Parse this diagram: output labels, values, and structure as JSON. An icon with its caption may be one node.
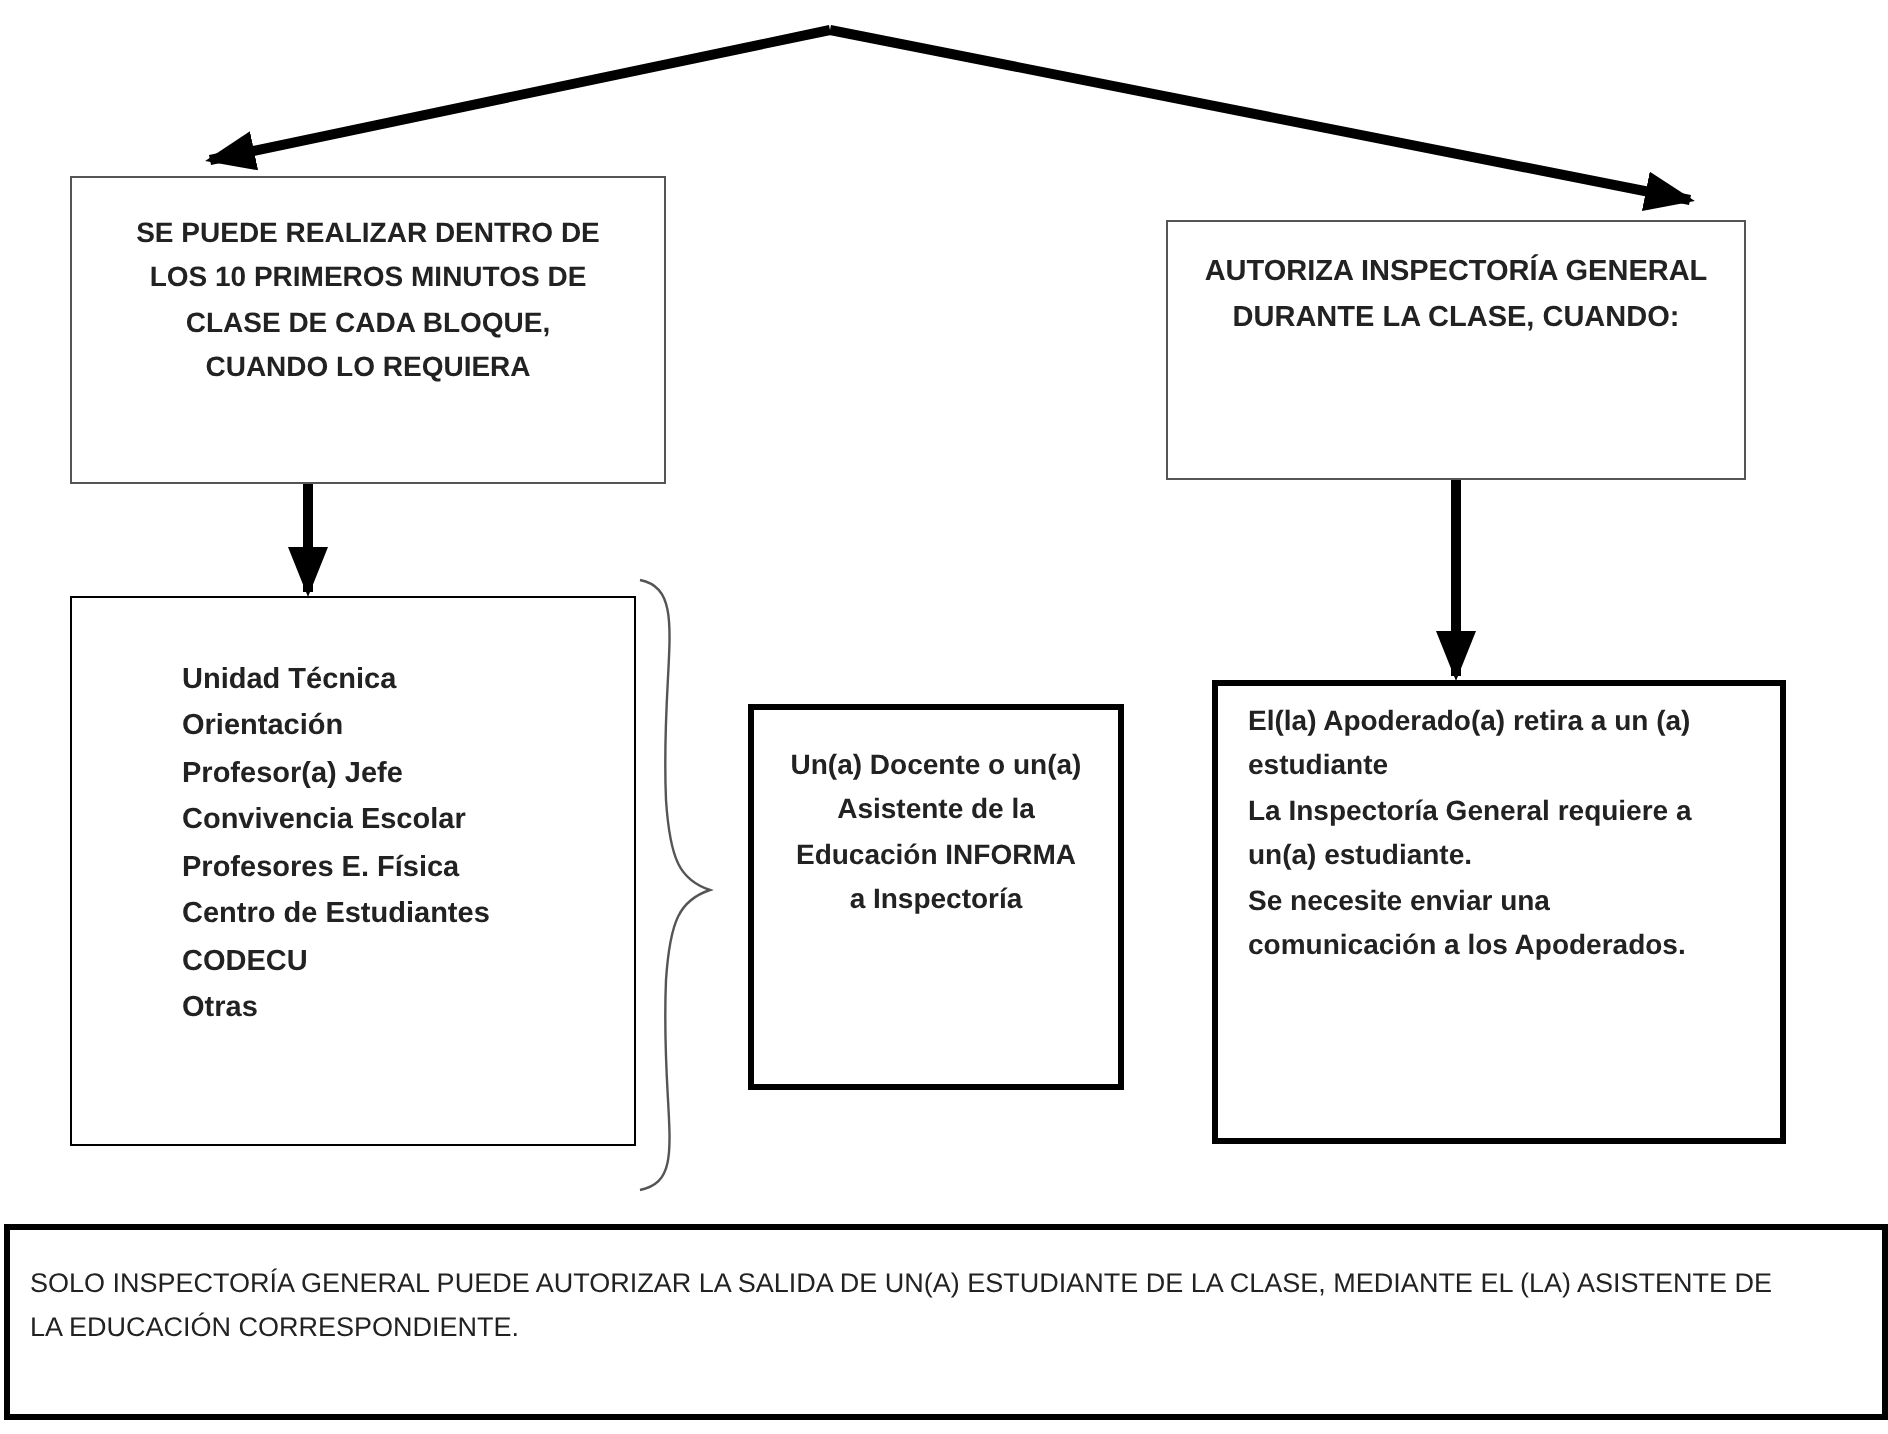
{
  "diagram": {
    "nodes": [
      {
        "text": [
          "SE PUEDE REALIZAR DENTRO DE LOS 10 PRIMEROS MINUTOS DE CLASE DE CADA BLOQUE, CUANDO LO REQUIERA"
        ]
      },
      {
        "text": [
          "AUTORIZA INSPECTORÍA GENERAL DURANTE LA CLASE, CUANDO:"
        ]
      },
      {
        "text": [
          "Unidad Técnica",
          "Orientación",
          "Profesor(a) Jefe",
          "Convivencia Escolar",
          "Profesores E. Física",
          "Centro de Estudiantes",
          "CODECU",
          "Otras"
        ]
      },
      {
        "text": [
          "Un(a) Docente o un(a) Asistente de la Educación INFORMA a Inspectoría"
        ]
      },
      {
        "text": [
          "El(la) Apoderado(a) retira a un (a) estudiante",
          "La Inspectoría General requiere a un(a) estudiante.",
          "Se necesite enviar una comunicación a los Apoderados."
        ]
      },
      {
        "text": [
          "SOLO INSPECTORÍA GENERAL PUEDE AUTORIZAR LA SALIDA DE UN(A) ESTUDIANTE DE LA CLASE, MEDIANTE EL (LA) ASISTENTE DE LA EDUCACIÓN CORRESPONDIENTE."
        ]
      }
    ],
    "edges": [
      {
        "from": null,
        "to": 0,
        "arrow": "to"
      },
      {
        "from": null,
        "to": 1,
        "arrow": "to"
      },
      {
        "from": 0,
        "to": 2,
        "arrow": "to"
      },
      {
        "from": 1,
        "to": 4,
        "arrow": "to"
      }
    ]
  }
}
